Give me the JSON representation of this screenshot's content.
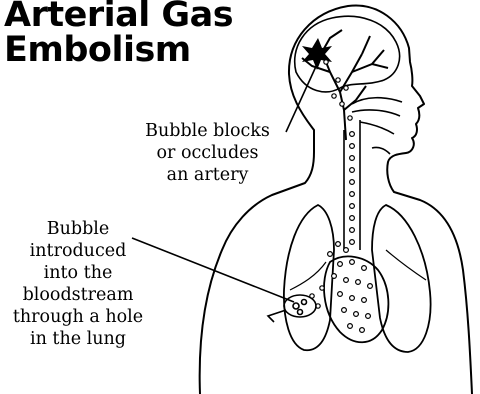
{
  "title": {
    "line1": "Arterial Gas",
    "line2": "Embolism"
  },
  "callouts": {
    "blocks": {
      "line1": "Bubble blocks",
      "line2": "or occludes",
      "line3": "an artery"
    },
    "introduced": {
      "line1": "Bubble",
      "line2": "introduced",
      "line3": "into the",
      "line4": "bloodstream",
      "line5": "through a hole",
      "line6": "in the lung"
    }
  },
  "colors": {
    "ink": "#000000",
    "background": "#ffffff"
  }
}
